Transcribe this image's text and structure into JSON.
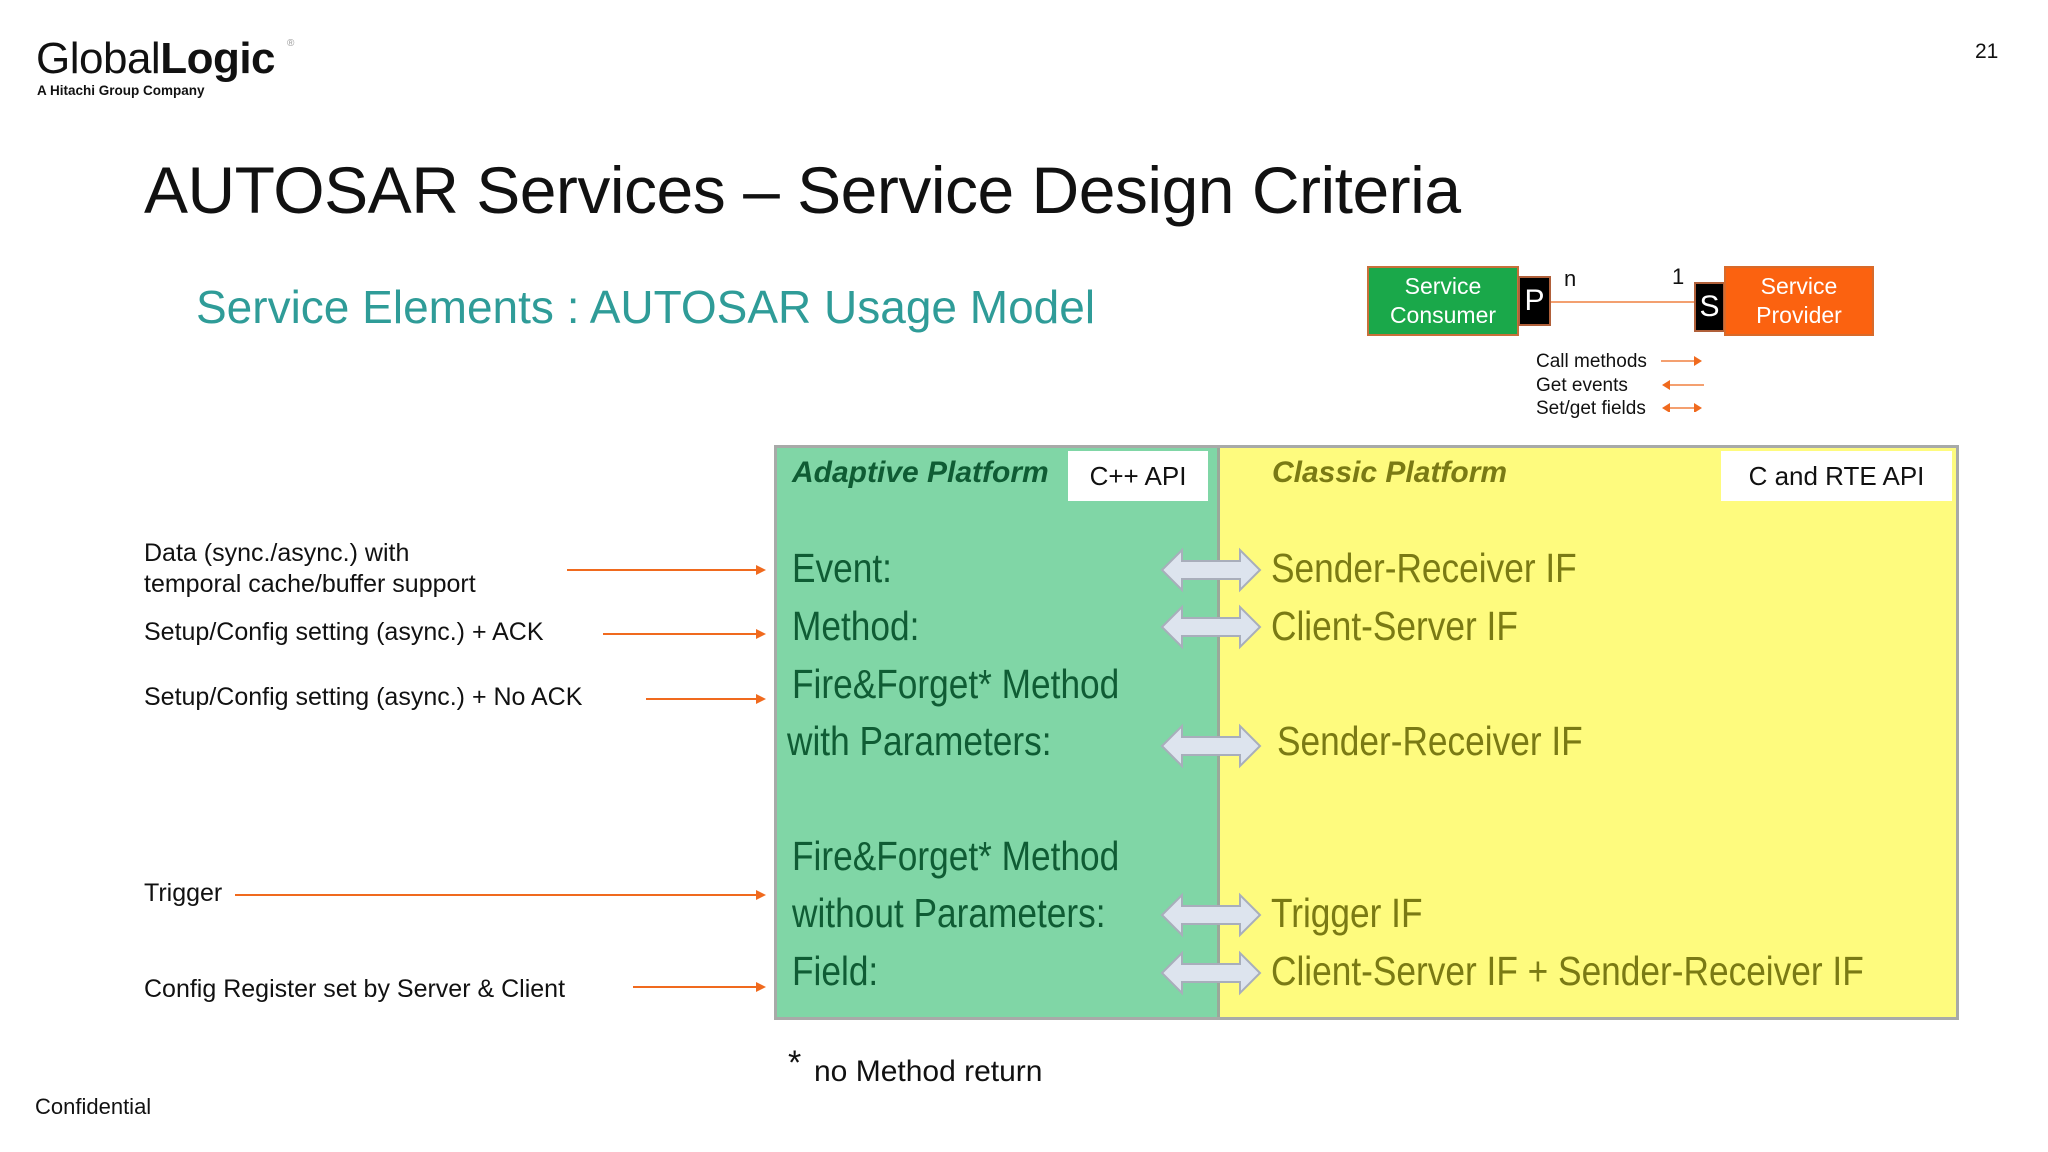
{
  "logo": {
    "text_light": "Global",
    "text_bold": "Logic",
    "registered": "®",
    "tagline": "A Hitachi Group Company"
  },
  "page_number": "21",
  "title": "AUTOSAR Services – Service Design Criteria",
  "subtitle": "Service Elements : AUTOSAR Usage Model",
  "usage_model": {
    "consumer": "Service Consumer",
    "provider": "Service Provider",
    "consumer_port": "P",
    "provider_port": "S",
    "consumer_multiplicity": "n",
    "provider_multiplicity": "1",
    "legend": [
      {
        "label": "Call methods",
        "arrow": "right"
      },
      {
        "label": "Get events",
        "arrow": "left"
      },
      {
        "label": "Set/get fields",
        "arrow": "both"
      }
    ],
    "colors": {
      "consumer": "#1aa84a",
      "provider": "#fb6210",
      "arrows": "#f06a1e"
    }
  },
  "table": {
    "adaptive_header": "Adaptive Platform",
    "adaptive_api": "C++ API",
    "classic_header": "Classic Platform",
    "classic_api": "C and RTE API",
    "left_rows": [
      "Event:",
      "Method:",
      "Fire&Forget* Method",
      "with Parameters:",
      "Fire&Forget* Method",
      "without Parameters:",
      "Field:"
    ],
    "right_rows": [
      "Sender-Receiver IF",
      "Client-Server IF",
      "Sender-Receiver IF",
      "Trigger IF",
      "Client-Server IF + Sender-Receiver IF"
    ],
    "colors": {
      "adaptive_bg": "#80d6a6",
      "classic_bg": "#fefb7e"
    }
  },
  "left_labels": [
    "Data (sync./async.) with",
    "temporal cache/buffer support",
    "Setup/Config setting (async.) + ACK",
    "Setup/Config setting (async.) + No ACK",
    "Trigger",
    "Config Register set by Server & Client"
  ],
  "footnote": {
    "star": "*",
    "text": "no Method return"
  },
  "footer": "Confidential"
}
